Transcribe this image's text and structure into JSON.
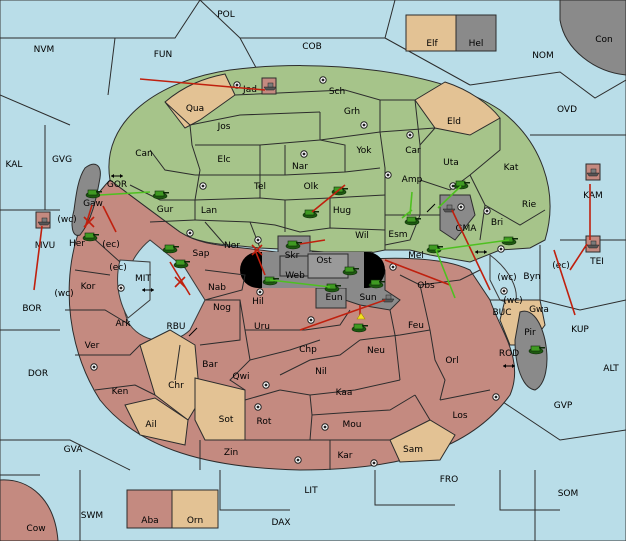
{
  "map": {
    "sea_labels": {
      "POL": "POL",
      "NVM": "NVM",
      "FUN": "FUN",
      "COB": "COB",
      "NOM": "NOM",
      "Con": "Con",
      "OVD": "OVD",
      "KAL": "KAL",
      "GVG": "GVG",
      "KAM": "KAM",
      "TEI": "TEI",
      "BOR": "BOR",
      "MVU": "MVU",
      "KUP": "KUP",
      "ALT": "ALT",
      "DOR": "DOR",
      "GVP": "GVP",
      "GVA": "GVA",
      "FRO": "FRO",
      "SOM": "SOM",
      "LIT": "LIT",
      "SWM": "SWM",
      "DAX": "DAX",
      "Cow": "Cow",
      "BUC": "BUC",
      "GOR": "GOR",
      "MIT": "MIT",
      "RBU": "RBU",
      "ROD": "ROD"
    },
    "land_labels": {
      "Jad": "Jad",
      "Sch": "Sch",
      "Qua": "Qua",
      "Jos": "Jos",
      "Grh": "Grh",
      "Eld": "Eld",
      "Can": "Can",
      "Elc": "Elc",
      "Nar": "Nar",
      "Yok": "Yok",
      "Car": "Car",
      "Uta": "Uta",
      "Kat": "Kat",
      "Gaw": "Gaw",
      "Gur": "Gur",
      "Tel": "Tel",
      "Olk": "Olk",
      "Amp": "Amp",
      "Rie": "Rie",
      "Lan": "Lan",
      "Hug": "Hug",
      "Bri": "Bri",
      "Her": "Her",
      "Nor": "Nor",
      "Skr": "Skr",
      "Wil": "Wil",
      "Esm": "Esm",
      "GMA": "GMA",
      "Sap": "Sap",
      "Ost": "Ost",
      "Mel": "Mel",
      "Web": "Web",
      "Byn": "Byn",
      "Kor": "Kor",
      "Nab": "Nab",
      "Eun": "Eun",
      "Obs": "Obs",
      "Hil": "Hil",
      "Sun": "Sun",
      "Gwa": "Gwa",
      "Nog": "Nog",
      "Ark": "Ark",
      "Uru": "Uru",
      "Feu": "Feu",
      "Pir": "Pir",
      "Ver": "Ver",
      "Chp": "Chp",
      "Neu": "Neu",
      "Orl": "Orl",
      "Bar": "Bar",
      "Qwi": "Qwi",
      "Nil": "Nil",
      "Ken": "Ken",
      "Chr": "Chr",
      "Kaa": "Kaa",
      "Ail": "Ail",
      "Sot": "Sot",
      "Rot": "Rot",
      "Mou": "Mou",
      "Los": "Los",
      "Zin": "Zin",
      "Kar": "Kar",
      "Sam": "Sam"
    },
    "coast_tags": {
      "wc1": "(wc)",
      "ec1": "(ec)",
      "ec2": "(ec)",
      "wc2": "(wc)",
      "wc3": "(wc)",
      "ec3": "(ec)",
      "wc4": "(wc)"
    },
    "legend": [
      {
        "name": "Elf",
        "color": "#e3c294"
      },
      {
        "name": "Hel",
        "color": "#8a8a8a"
      },
      {
        "name": "Aba",
        "color": "#c48a80"
      },
      {
        "name": "Orn",
        "color": "#e3c294"
      }
    ],
    "colors": {
      "sea": "#b9dde8",
      "green_power": "#a6c48a",
      "red_power": "#c48a80",
      "neutral": "#e3c294",
      "impassable": "#8a8a8a",
      "move_order": "#c0200e",
      "support_order": "#4ec020"
    }
  }
}
